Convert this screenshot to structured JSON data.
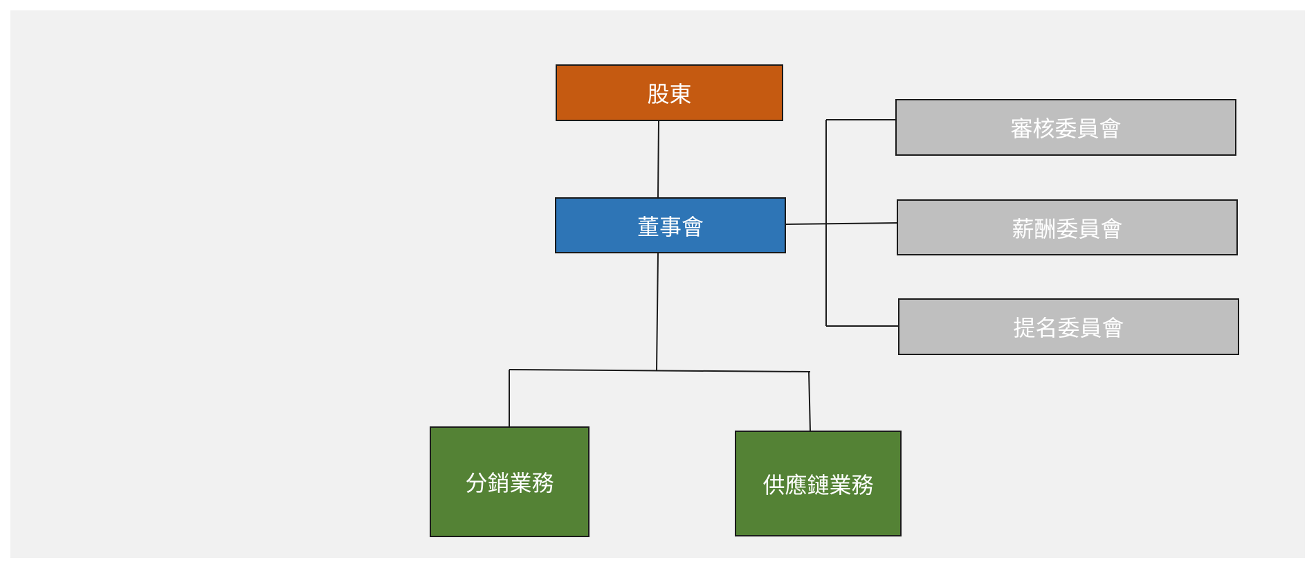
{
  "diagram": {
    "nodes": {
      "shareholders": {
        "label": "股東"
      },
      "board": {
        "label": "董事會"
      },
      "audit_committee": {
        "label": "審核委員會"
      },
      "remuneration_committee": {
        "label": "薪酬委員會"
      },
      "nomination_committee": {
        "label": "提名委員會"
      },
      "distribution_business": {
        "label": "分銷業務"
      },
      "supply_chain_business": {
        "label": "供應鏈業務"
      }
    },
    "colors": {
      "shareholders": "#c55a11",
      "board": "#2e75b6",
      "committees": "#bfbfbf",
      "businesses": "#548235",
      "background": "#f1f1f1"
    }
  }
}
